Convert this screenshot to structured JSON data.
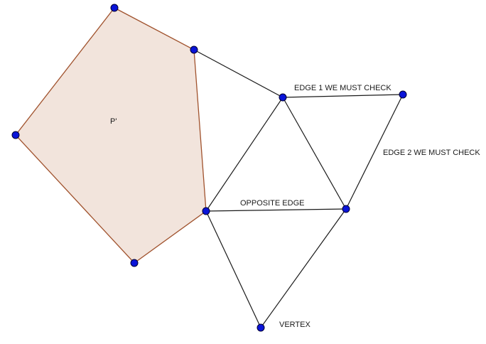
{
  "labels": {
    "polygon": "P'",
    "edge1": "EDGE 1 WE MUST CHECK",
    "edge2": "EDGE 2 WE MUST CHECK",
    "opposite": "OPPOSITE EDGE",
    "vertex": "VERTEX"
  },
  "colors": {
    "polygon_fill": "#f2e4dc",
    "polygon_stroke": "#a0522d",
    "point_fill": "#0a14d8",
    "edge": "#1a1a1a"
  }
}
